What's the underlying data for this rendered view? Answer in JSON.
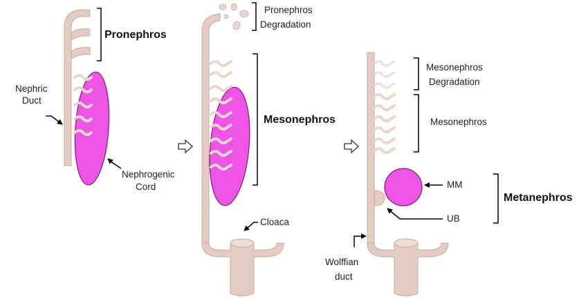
{
  "colors": {
    "duct": "#e4ccc3",
    "duct_edge": "#c9aca0",
    "cord": "#ee55e6",
    "cord_edge": "#7a1f74",
    "tubule": "#e8d6cf",
    "line": "#000000"
  },
  "labels": {
    "pronephros": "Pronephros",
    "nephric_duct_1": "Nephric",
    "nephric_duct_2": "Duct",
    "nephrogenic_cord_1": "Nephrogenic",
    "nephrogenic_cord_2": "Cord",
    "pronephros_degradation_1": "Pronephros",
    "pronephros_degradation_2": "Degradation",
    "mesonephros": "Mesonephros",
    "cloaca": "Cloaca",
    "mesonephros_degradation_1": "Mesonephros",
    "mesonephros_degradation_2": "Degradation",
    "mesonephros_small": "Mesonephros",
    "mm": "MM",
    "ub": "UB",
    "metanephros": "Metanephros",
    "wolffian_duct_1": "Wolffian",
    "wolffian_duct_2": "duct"
  },
  "icons": {
    "stage_arrow_1": "outline-right-arrow-icon",
    "stage_arrow_2": "outline-right-arrow-icon"
  }
}
